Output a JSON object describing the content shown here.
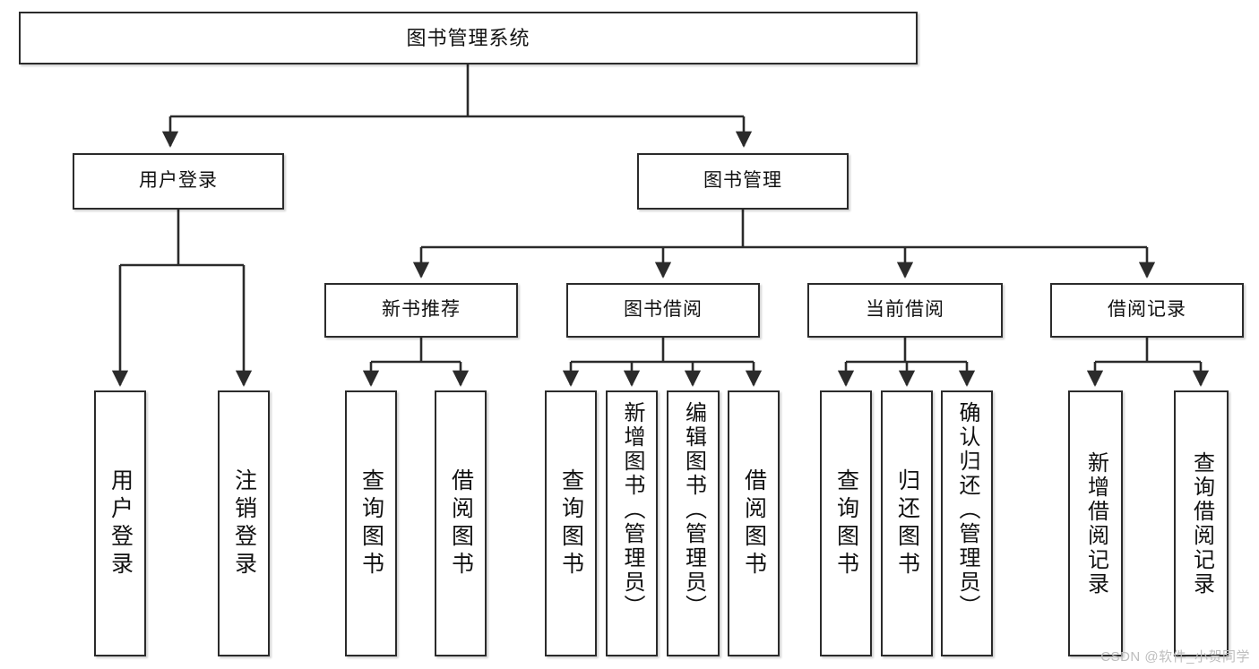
{
  "diagram": {
    "type": "tree",
    "title": "图书管理系统",
    "watermark": "CSDN @软件_小贺同学",
    "nodes": {
      "root": {
        "label": "图书管理系统"
      },
      "user_login": {
        "label": "用户登录"
      },
      "book_mgmt": {
        "label": "图书管理"
      },
      "new_rec": {
        "label": "新书推荐"
      },
      "book_borrow": {
        "label": "图书借阅"
      },
      "cur_borrow": {
        "label": "当前借阅"
      },
      "borrow_log": {
        "label": "借阅记录"
      }
    },
    "leaves": {
      "user_login": [
        {
          "label": "用户登录"
        },
        {
          "label": "注销登录"
        }
      ],
      "new_rec": [
        {
          "label": "查询图书"
        },
        {
          "label": "借阅图书"
        }
      ],
      "book_borrow": [
        {
          "label": "查询图书"
        },
        {
          "label": "新增图书（管理员）"
        },
        {
          "label": "编辑图书（管理员）"
        },
        {
          "label": "借阅图书"
        }
      ],
      "cur_borrow": [
        {
          "label": "查询图书"
        },
        {
          "label": "归还图书"
        },
        {
          "label": "确认归还（管理员）"
        }
      ],
      "borrow_log": [
        {
          "label": "新增借阅记录"
        },
        {
          "label": "查询借阅记录"
        }
      ]
    },
    "colors": {
      "stroke": "#2b2b2b",
      "fill": "#ffffff",
      "text": "#111111",
      "watermark": "#bdbdbd"
    }
  }
}
